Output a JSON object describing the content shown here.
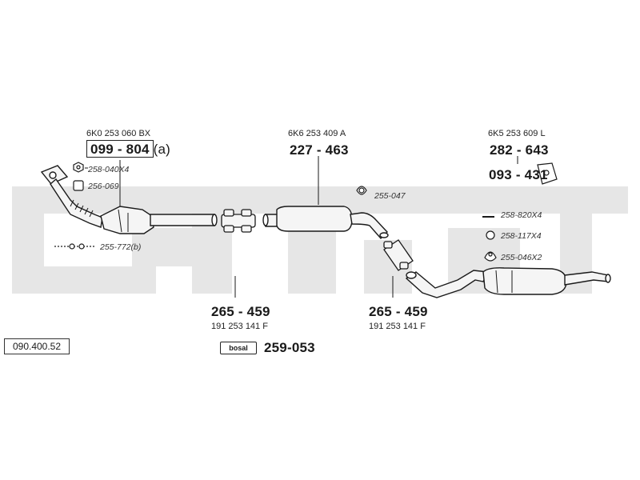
{
  "watermark": {
    "text": "bosal"
  },
  "diagram_id": "090.400.52",
  "parts": {
    "catalyst": {
      "oem": "6K0 253 060 BX",
      "number": "099 - 804",
      "suffix": "(a)"
    },
    "middle_silencer": {
      "oem": "6K6 253 409 A",
      "number": "227 - 463"
    },
    "rear_silencer": {
      "oem": "6K5 253 609 L",
      "number": "282 - 643"
    },
    "hanger_block": {
      "number": "093 - 431"
    },
    "clamp_left": {
      "number": "265 - 459",
      "oem": "191 253 141 F"
    },
    "clamp_right": {
      "number": "265 - 459",
      "oem": "191 253 141 F"
    },
    "assembly_kit": {
      "badge": "bosal",
      "number": "259-053"
    }
  },
  "refs": {
    "r1": "258-040X4",
    "r2": "256-069",
    "r3": "255-772(b)",
    "r4": "255-047",
    "r5": "258-820X4",
    "r6": "258-117X4",
    "r7": "255-046X2"
  },
  "colors": {
    "line": "#1a1a1a",
    "watermark": "#e4e4e4",
    "part_fill": "#f4f4f4"
  }
}
